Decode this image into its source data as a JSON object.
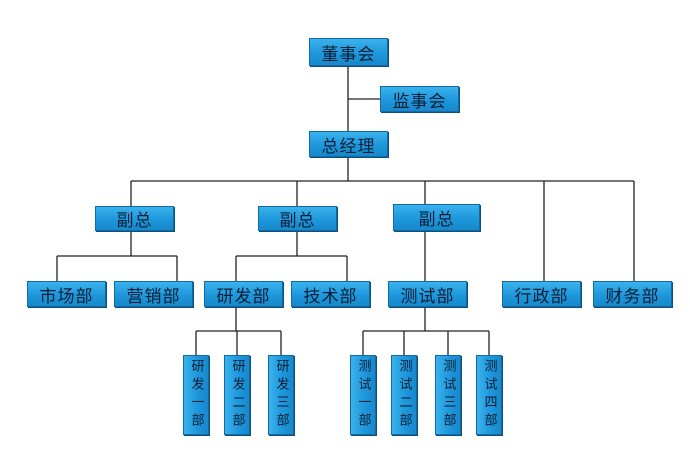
{
  "nodes": {
    "board": "董事会",
    "supervisors": "监事会",
    "gm": "总经理",
    "vp1": "副总",
    "vp2": "副总",
    "vp3": "副总",
    "market": "市场部",
    "sales": "营销部",
    "rnd": "研发部",
    "tech": "技术部",
    "test": "测试部",
    "admin": "行政部",
    "finance": "财务部",
    "rnd1": "研发一部",
    "rnd2": "研发二部",
    "rnd3": "研发三部",
    "test1": "测试一部",
    "test2": "测试二部",
    "test3": "测试三部",
    "test4": "测试四部"
  },
  "colors": {
    "box_fill": "#1e97dc",
    "box_border": "#126aa6",
    "line": "#222222"
  }
}
